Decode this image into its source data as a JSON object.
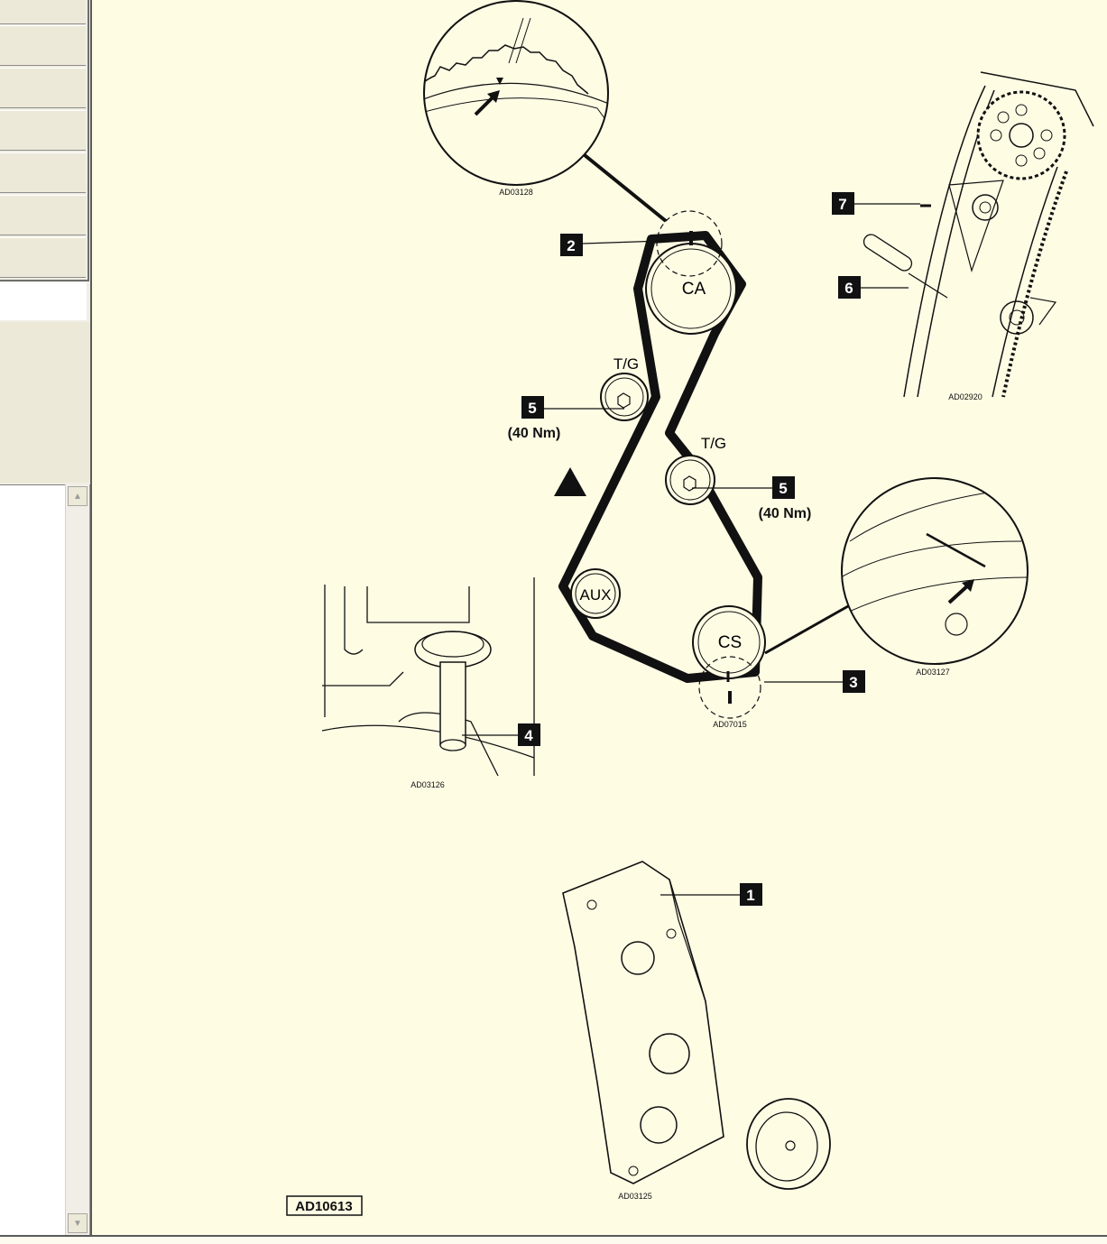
{
  "figure": {
    "id_label": "AD10613",
    "detail_codes": {
      "top_circle": "AD03128",
      "tensioner": "AD02920",
      "right_circle": "AD03127",
      "crank_mark": "AD07015",
      "pin": "AD03126",
      "cover": "AD03125"
    },
    "pulleys": {
      "cam": "CA",
      "idler_upper": "T/G",
      "idler_lower": "T/G",
      "aux": "AUX",
      "crank": "CS"
    },
    "callouts": {
      "c1": "1",
      "c2": "2",
      "c3": "3",
      "c4": "4",
      "c5a": "5",
      "c5b": "5",
      "c6": "6",
      "c7": "7"
    },
    "torque_a": "(40 Nm)",
    "torque_b": "(40 Nm)"
  },
  "colors": {
    "paper": "#fffce4",
    "ink": "#111111"
  }
}
